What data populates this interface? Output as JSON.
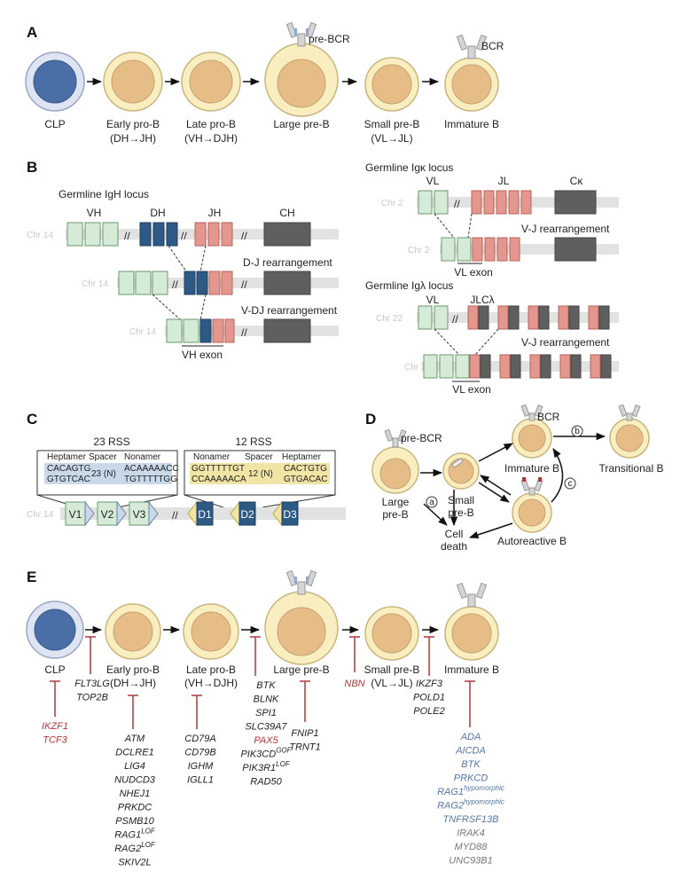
{
  "colors": {
    "nucleus": "#e6bd87",
    "nucleus_stroke": "#c9a170",
    "cell": "#f8eec0",
    "cell_stroke": "#cbb57f",
    "clp_cell": "#dfe4f2",
    "clp_nucleus": "#4a6ea6",
    "vh": "#d6ebd7",
    "dh": "#2d5a84",
    "jh": "#e3978e",
    "ch": "#5f5f5f",
    "chromosome": "#e2e2e2",
    "receptor": "#d4d4d4",
    "red": "#b3373a",
    "blue": "#5576a8",
    "gray": "#777777",
    "rss23": "#c9d9ea",
    "rss12": "#f1e5a6"
  },
  "panels": {
    "a": "A",
    "b": "B",
    "c": "C",
    "d": "D",
    "e": "E"
  },
  "panel_a": {
    "receptor_pre_bcr": "pre-BCR",
    "receptor_bcr": "BCR",
    "cells": [
      {
        "name": "CLP",
        "sub": ""
      },
      {
        "name": "Early pro-B",
        "sub": "(DH→JH)"
      },
      {
        "name": "Late pro-B",
        "sub": "(VH→DJH)"
      },
      {
        "name": "Large pre-B",
        "sub": ""
      },
      {
        "name": "Small pre-B",
        "sub": "(VL→JL)"
      },
      {
        "name": "Immature B",
        "sub": ""
      }
    ]
  },
  "panel_b": {
    "igh": {
      "title": "Germline IgH locus",
      "chr": "Chr 14",
      "seg_v": "VH",
      "seg_d": "DH",
      "seg_j": "JH",
      "seg_c": "CH",
      "dj": "D-J rearrangement",
      "vdj": "V-DJ rearrangement",
      "exon": "VH exon"
    },
    "igk": {
      "title": "Germline Igκ locus",
      "chr": "Chr 2",
      "seg_v": "VL",
      "seg_j": "JL",
      "seg_c": "Cκ",
      "vj": "V-J rearrangement",
      "exon": "VL exon"
    },
    "igl": {
      "title": "Germline Igλ locus",
      "chr": "Chr 22",
      "seg_v": "VL",
      "seg_jc": "JLCλ",
      "vj": "V-J rearrangement",
      "exon": "VL exon"
    }
  },
  "panel_c": {
    "rss23": {
      "title": "23 RSS",
      "cols": [
        "Heptamer",
        "Spacer",
        "Nonamer"
      ],
      "top": [
        "CACAGTG",
        "23 (N)",
        "ACAAAAACC"
      ],
      "bot": [
        "GTGTCAC",
        "",
        "TGTTTTTGG"
      ]
    },
    "rss12": {
      "title": "12 RSS",
      "cols": [
        "Nonamer",
        "Spacer",
        "Heptamer"
      ],
      "top": [
        "GGTTTTTGT",
        "12 (N)",
        "CACTGTG"
      ],
      "bot": [
        "CCAAAAACA",
        "",
        "GTGACAC"
      ]
    },
    "chr": "Chr 14",
    "v_segments": [
      "V1",
      "V2",
      "V3"
    ],
    "d_segments": [
      "D1",
      "D2",
      "D3"
    ]
  },
  "panel_d": {
    "pre_bcr": "pre-BCR",
    "bcr": "BCR",
    "large": [
      "Large",
      "pre-B"
    ],
    "small": [
      "Small",
      "pre-B"
    ],
    "immature": "Immature B",
    "transitional": "Transitional B",
    "autoreactive": "Autoreactive B",
    "death": [
      "Cell",
      "death"
    ],
    "markers": [
      "a",
      "b",
      "c"
    ]
  },
  "panel_e": {
    "cells": [
      {
        "name": "CLP",
        "sub": ""
      },
      {
        "name": "Early pro-B",
        "sub": "(DH→JH)"
      },
      {
        "name": "Late pro-B",
        "sub": "(VH→DJH)"
      },
      {
        "name": "Large pre-B",
        "sub": ""
      },
      {
        "name": "Small pre-B",
        "sub": "(VL→JL)"
      },
      {
        "name": "Immature B",
        "sub": ""
      }
    ],
    "genes_clp": [
      "IKZF1",
      "TCF3"
    ],
    "genes_clp_early": [
      "FLT3LG",
      "TOP2B"
    ],
    "genes_early": [
      "ATM",
      "DCLRE1",
      "LIG4",
      "NUDCD3",
      "NHEJ1",
      "PRKDC",
      "PSMB10",
      "RAG1",
      "RAG2",
      "SKIV2L"
    ],
    "genes_early_sup": [
      "",
      "",
      "",
      "",
      "",
      "",
      "",
      "LOF",
      "LOF",
      ""
    ],
    "genes_late": [
      "CD79A",
      "CD79B",
      "IGHM",
      "IGLL1"
    ],
    "genes_late_large": [
      "BTK",
      "BLNK",
      "SPI1",
      "SLC39A7",
      "PAX5",
      "PIK3CD",
      "PIK3R1",
      "RAD50"
    ],
    "genes_late_large_sup": [
      "",
      "",
      "",
      "",
      "",
      "GOF",
      "LOF",
      ""
    ],
    "genes_large": [
      "FNIP1",
      "TRNT1"
    ],
    "genes_large_small": [
      "NBN"
    ],
    "genes_small_immature": [
      "IKZF3",
      "POLD1",
      "POLE2"
    ],
    "genes_immature_blue": [
      "ADA",
      "AICDA",
      "BTK",
      "PRKCD",
      "RAG1",
      "RAG2",
      "TNFRSF13B"
    ],
    "genes_immature_blue_sup": [
      "",
      "",
      "",
      "",
      "hypomorphic",
      "hypomorphic",
      ""
    ],
    "genes_immature_gray": [
      "IRAK4",
      "MYD88",
      "UNC93B1"
    ]
  }
}
